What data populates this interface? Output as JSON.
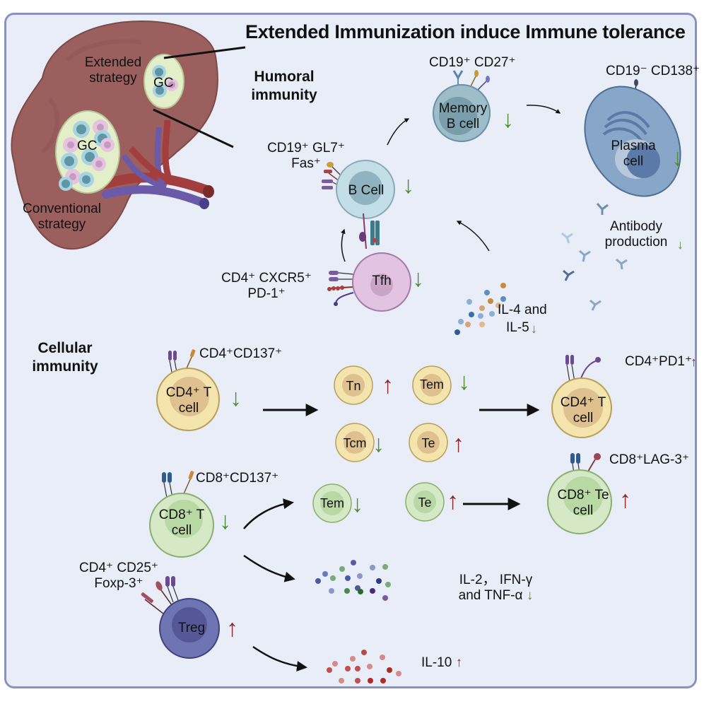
{
  "title": "Extended Immunization induce Immune tolerance",
  "colors": {
    "background": "#e9edf8",
    "border": "#8a93bf",
    "decrease": "#4e8f35",
    "increase": "#8e2a2a",
    "spleen": "#9b5f5e",
    "gc": "#e3efc9",
    "b_cell": "#c3dee6",
    "memory_b": "#9dbdc8",
    "plasma": "#88a6c8",
    "tfh": "#e2c3e2",
    "cd4": "#f4e4ad",
    "cd8": "#d6e9c6",
    "treg": "#6f74b3"
  },
  "spleen": {
    "extended_label_1": "Extended",
    "extended_label_2": "strategy",
    "conventional_label_1": "Conventional",
    "conventional_label_2": "strategy",
    "gc_small": "GC",
    "gc_large": "GC"
  },
  "humoral": {
    "heading_1": "Humoral",
    "heading_2": "immunity",
    "memory_b": {
      "markers": "CD19⁺ CD27⁺",
      "name_1": "Memory",
      "name_2": "B cell",
      "trend": "down"
    },
    "plasma": {
      "markers": "CD19⁻ CD138⁺",
      "name_1": "Plasma",
      "name_2": "cell",
      "trend": "down"
    },
    "b_cell": {
      "markers_1": "CD19⁺ GL7⁺",
      "markers_2": "Fas⁺",
      "name": "B Cell",
      "trend": "down"
    },
    "tfh": {
      "markers_1": "CD4⁺ CXCR5⁺",
      "markers_2": "PD-1⁺",
      "name": "Tfh",
      "trend": "down"
    },
    "antibody": {
      "label_1": "Antibody",
      "label_2": "production",
      "trend": "down"
    },
    "cytokines": {
      "label_1": "IL-4 and",
      "label_2": "IL-5",
      "trend": "down"
    }
  },
  "cellular": {
    "heading_1": "Cellular",
    "heading_2": "immunity",
    "cd4_t": {
      "markers": "CD4⁺CD137⁺",
      "name_1": "CD4⁺ T",
      "name_2": "cell",
      "trend": "down"
    },
    "subsets_cd4": [
      {
        "name": "Tn",
        "trend": "up"
      },
      {
        "name": "Tem",
        "trend": "down"
      },
      {
        "name": "Tcm",
        "trend": "down"
      },
      {
        "name": "Te",
        "trend": "up"
      }
    ],
    "cd4_pd1": {
      "markers": "CD4⁺PD1⁺",
      "name_1": "CD4⁺ T",
      "name_2": "cell",
      "trend": "up"
    },
    "cd8_t": {
      "markers": "CD8⁺CD137⁺",
      "name_1": "CD8⁺ T",
      "name_2": "cell",
      "trend": "down"
    },
    "subsets_cd8": [
      {
        "name": "Tem",
        "trend": "down"
      },
      {
        "name": "Te",
        "trend": "up"
      }
    ],
    "cd8_te": {
      "markers": "CD8⁺LAG-3⁺",
      "name_1": "CD8⁺ Te",
      "name_2": "cell",
      "trend": "up"
    },
    "th1_cytokines": {
      "label_1": "IL-2， IFN-γ",
      "label_2": "and TNF-α",
      "trend": "down"
    },
    "treg": {
      "markers_1": "CD4⁺ CD25⁺",
      "markers_2": "Foxp-3⁺",
      "name": "Treg",
      "trend": "up"
    },
    "il10": {
      "label": "IL-10",
      "trend": "up"
    }
  },
  "arrow_glyphs": {
    "up": "↑",
    "down": "↓"
  }
}
